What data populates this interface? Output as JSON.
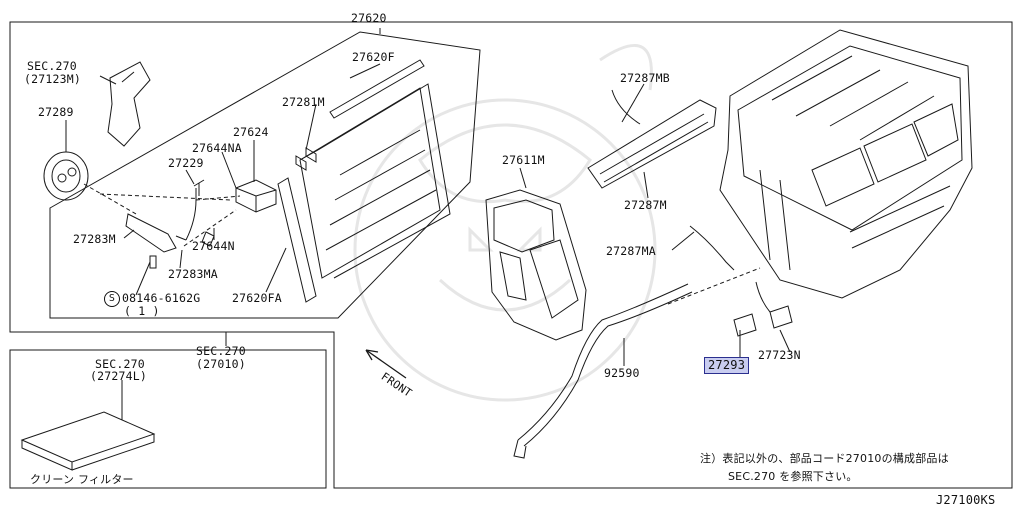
{
  "labels": {
    "p27620": "27620",
    "p27620f": "27620F",
    "sec270_a": "SEC.270",
    "sec270_a_sub": "(27123M)",
    "p27289": "27289",
    "p27281m": "27281M",
    "p27624": "27624",
    "p27644na": "27644NA",
    "p27229": "27229",
    "p27283m": "27283M",
    "p27644n": "27644N",
    "p27283ma": "27283MA",
    "bolt": "08146-6162G",
    "bolt_circle": "S",
    "bolt_qty": "( 1 )",
    "p27620fa": "27620FA",
    "sec270_b": "SEC.270",
    "sec270_b_sub": "(27010)",
    "sec270_c": "SEC.270",
    "sec270_c_sub": "(27274L)",
    "filter_name": "クリーン フィルター",
    "p27611m": "27611M",
    "p27287mb": "27287MB",
    "p27287m": "27287M",
    "p27287ma": "27287MA",
    "p92590": "92590",
    "p27293": "27293",
    "p27723n": "27723N",
    "front": "FRONT",
    "note_line1": "注）表記以外の、部品コード27010の構成部品は",
    "note_line2": "SEC.270 を参照下さい。",
    "diagram_code": "J27100KS"
  },
  "colors": {
    "line": "#1a1a1a",
    "highlight_fill": "#c9cdf0",
    "highlight_border": "#2b2f8f",
    "watermark": "#e4e4e4"
  }
}
